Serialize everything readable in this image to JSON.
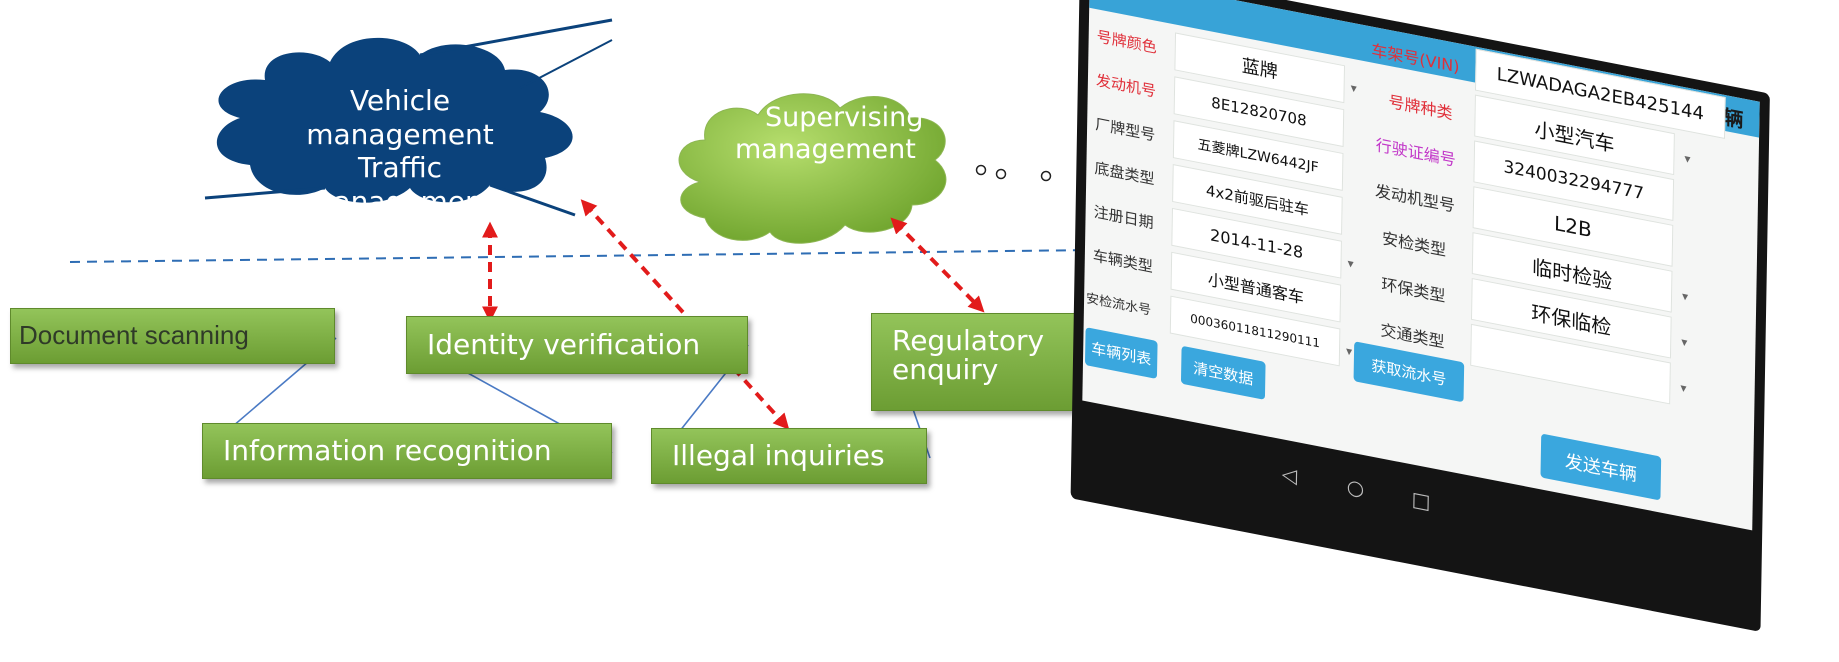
{
  "diagram": {
    "clouds": [
      {
        "id": "vehicle",
        "lines": [
          "Vehicle management",
          "Traffic management"
        ]
      },
      {
        "id": "supervising",
        "lines": [
          "Supervising",
          "management"
        ]
      }
    ],
    "boxes": [
      {
        "id": "document-scanning",
        "label": "Document scanning"
      },
      {
        "id": "identity-verification",
        "label": "Identity verification"
      },
      {
        "id": "regulatory-enquiry",
        "label": "Regulatory enquiry"
      },
      {
        "id": "information-recognition",
        "label": "Information recognition"
      },
      {
        "id": "illegal-inquiries",
        "label": "Illegal inquiries"
      }
    ],
    "colors": {
      "cloud_vehicle": "#0b427b",
      "cloud_supervising": "#8cc63f",
      "box": "#7aab3e",
      "red_arrow": "#e21b1b",
      "blue_arrow": "#4a7ac4",
      "divider": "#2e6db4"
    }
  },
  "tablet": {
    "header_title": "复检车辆",
    "left_fields": [
      {
        "label": "号牌颜色",
        "value": "蓝牌",
        "label_color": "#e0303a",
        "dropdown": true
      },
      {
        "label": "发动机号",
        "value": "8E12820708",
        "label_color": "#e0303a",
        "dropdown": false
      },
      {
        "label": "厂牌型号",
        "value": "五菱牌LZW6442JF",
        "label_color": "#333333",
        "dropdown": false
      },
      {
        "label": "底盘类型",
        "value": "4x2前驱后驻车",
        "label_color": "#333333",
        "dropdown": false
      },
      {
        "label": "注册日期",
        "value": "2014-11-28",
        "label_color": "#333333",
        "dropdown": true
      },
      {
        "label": "车辆类型",
        "value": "小型普通客车",
        "label_color": "#333333",
        "dropdown": false
      },
      {
        "label": "安检流水号",
        "value": "00036011811290111",
        "label_color": "#333333",
        "dropdown": true
      }
    ],
    "right_fields": [
      {
        "label": "车架号(VIN)",
        "value": "LZWADAGA2EB425144",
        "label_color": "#e0303a",
        "dropdown": false
      },
      {
        "label": "号牌种类",
        "value": "小型汽车",
        "label_color": "#e0303a",
        "dropdown": true
      },
      {
        "label": "行驶证编号",
        "value": "3240032294777",
        "label_color": "#c238c9",
        "dropdown": false
      },
      {
        "label": "发动机型号",
        "value": "L2B",
        "label_color": "#333333",
        "dropdown": false
      },
      {
        "label": "安检类型",
        "value": "临时检验",
        "label_color": "#333333",
        "dropdown": true
      },
      {
        "label": "环保类型",
        "value": "环保临检",
        "label_color": "#333333",
        "dropdown": true
      },
      {
        "label": "交通类型",
        "value": "",
        "label_color": "#333333",
        "dropdown": true
      }
    ],
    "buttons": {
      "vehicle_list": "车辆列表",
      "clear_data": "清空数据",
      "get_serial": "获取流水号",
      "send_vehicle": "发送车辆"
    },
    "nav_icons": [
      "back-icon",
      "home-icon",
      "recents-icon"
    ]
  }
}
